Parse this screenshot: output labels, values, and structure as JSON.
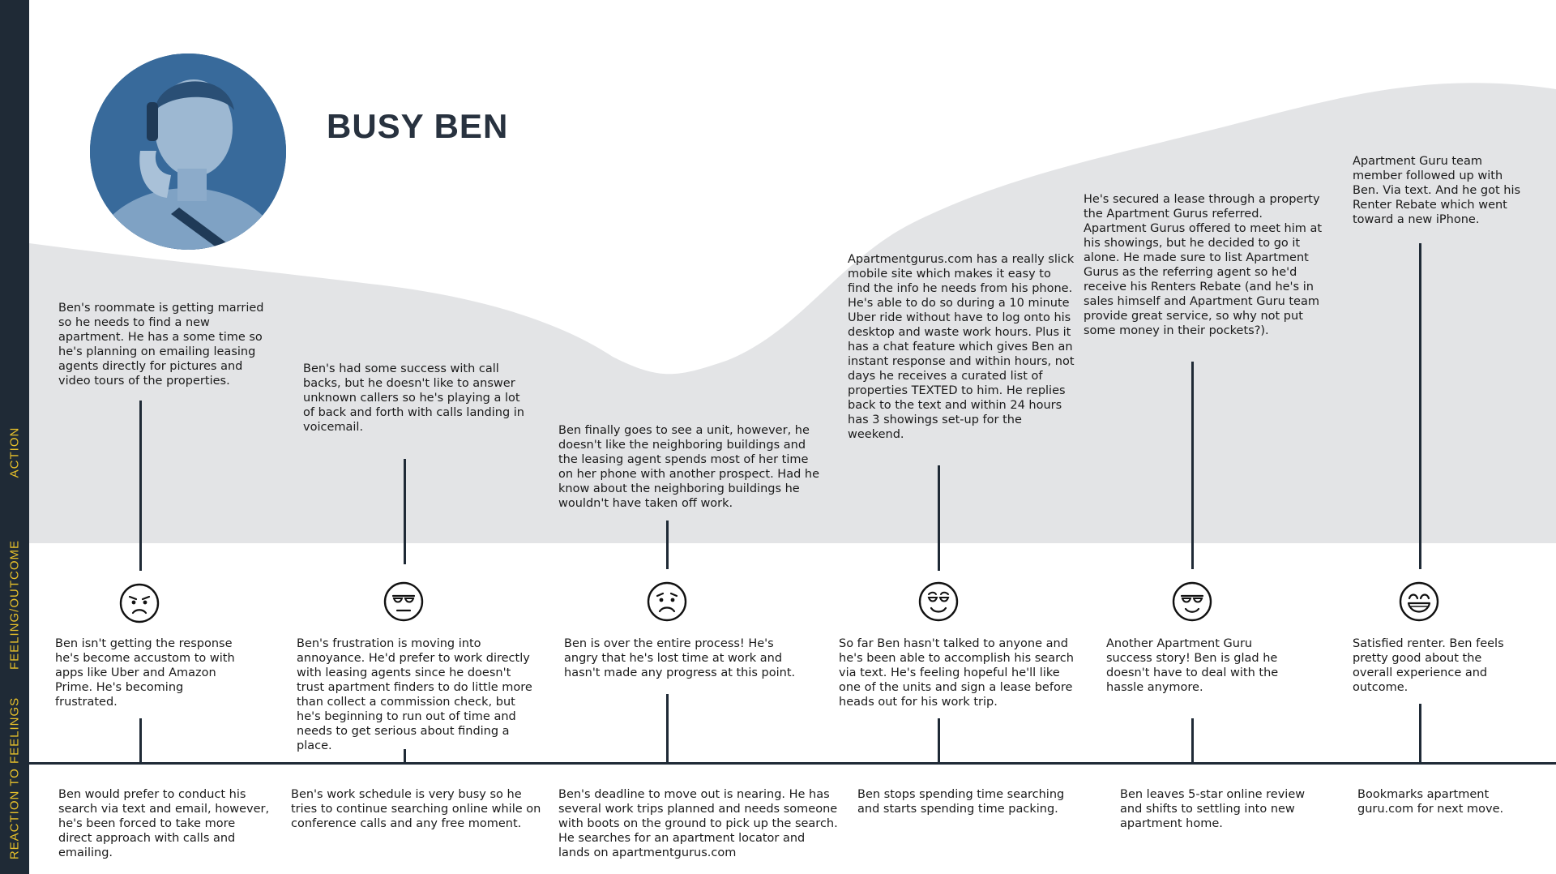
{
  "persona": {
    "name": "BUSY BEN",
    "photo_icon": "man-on-phone-photo"
  },
  "rows": {
    "action": "ACTION",
    "feeling": "FEELING/OUTCOME",
    "reaction": "REACTION TO FEELINGS"
  },
  "colors": {
    "sidebar": "#1f2a36",
    "accent": "#e8c12a",
    "wave": "#e3e4e6",
    "line": "#1f2a36"
  },
  "stages": [
    {
      "action": "Ben's roommate is getting married so he needs to find a new apartment. He has a some time so he's planning on emailing leasing agents directly for pictures and video tours of the properties.",
      "feeling": "Ben isn't getting the response he's become accustom to with apps like Uber and Amazon Prime. He's becoming frustrated.",
      "reaction": "Ben would prefer to conduct his search via text and email, however, he's been forced to take more direct approach with calls and emailing.",
      "face_icon": "frustrated-face-icon"
    },
    {
      "action": "Ben's had some success with call backs, but he doesn't like to answer unknown callers so he's playing a lot of back and forth with calls landing in voicemail.",
      "feeling": "Ben's frustration is moving into annoyance. He'd prefer to work directly with leasing agents since he doesn't trust apartment finders to do little more than collect a commission check, but he's beginning to run out of time and needs to get serious about finding a place.",
      "reaction": "Ben's work schedule is very busy so he tries to continue searching online while on conference calls and any free moment.",
      "face_icon": "annoyed-face-icon"
    },
    {
      "action": "Ben finally goes to see a unit, however, he doesn't like the neighboring buildings and the leasing agent spends most of her time on her phone with another prospect. Had he know about the neighboring buildings he wouldn't have taken off work.",
      "feeling": "Ben is over the entire process! He's angry that he's lost time at work and hasn't made any progress at this point.",
      "reaction": "Ben's deadline to move out is nearing. He has several work trips planned and needs someone with boots on the ground to pick up the search. He searches for an apartment locator and lands on apartmentgurus.com",
      "face_icon": "sad-face-icon"
    },
    {
      "action": "Apartmentgurus.com has a really slick mobile site which makes it easy to find the info he needs from his phone. He's able to do so during a 10 minute Uber ride without have to log onto his desktop and waste work hours. Plus it has a chat feature which gives Ben an instant response and within hours, not days he receives a curated list of properties TEXTED to him. He replies back to the text and within 24 hours has 3 showings set-up for the weekend.",
      "feeling": "So far Ben hasn't talked to anyone and he's been able to accomplish his search via text. He's feeling hopeful he'll like one of the units and sign a lease before heads out for his work trip.",
      "reaction": "Ben stops spending time searching and starts spending time packing.",
      "face_icon": "hopeful-face-icon"
    },
    {
      "action": "He's secured a lease through a property the Apartment Gurus referred. Apartment Gurus offered to meet him at his showings, but he decided to go it alone. He made sure to list Apartment Gurus as the referring agent so he'd receive his Renters Rebate (and he's in sales himself and Apartment Guru team provide great service, so why not put some money in their pockets?).",
      "feeling": "Another Apartment Guru success story! Ben is glad he doesn't have to deal with the hassle anymore.",
      "reaction": "Ben leaves 5-star online review and shifts to settling into new apartment home.",
      "face_icon": "content-face-icon"
    },
    {
      "action": "Apartment Guru team member followed up with Ben. Via text. And he got his Renter Rebate which went toward a new iPhone.",
      "feeling": "Satisfied renter. Ben feels pretty good about the overall experience and outcome.",
      "reaction": "Bookmarks apartment guru.com for next move.",
      "face_icon": "happy-face-icon"
    }
  ]
}
